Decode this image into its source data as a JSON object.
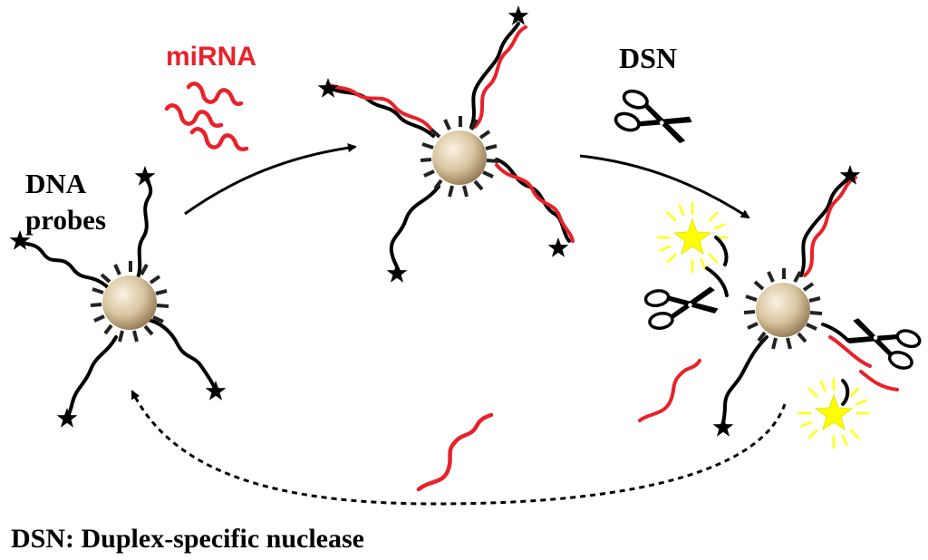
{
  "labels": {
    "mirna": "miRNA",
    "dsn": "DSN",
    "dna_probes_line1": "DNA",
    "dna_probes_line2": "probes",
    "footer": "DSN: Duplex-specific nuclease"
  },
  "colors": {
    "mirna_strand": "#e8212a",
    "dna_strand": "#000000",
    "nanoparticle_core": "#d8c4a0",
    "fluorescence_burst": "#ffff33",
    "mirna_label": "#e8212a"
  },
  "icons": [
    "scissors-icon",
    "star-fluorophore-icon",
    "nanoparticle-icon",
    "fluorescence-burst-icon"
  ]
}
